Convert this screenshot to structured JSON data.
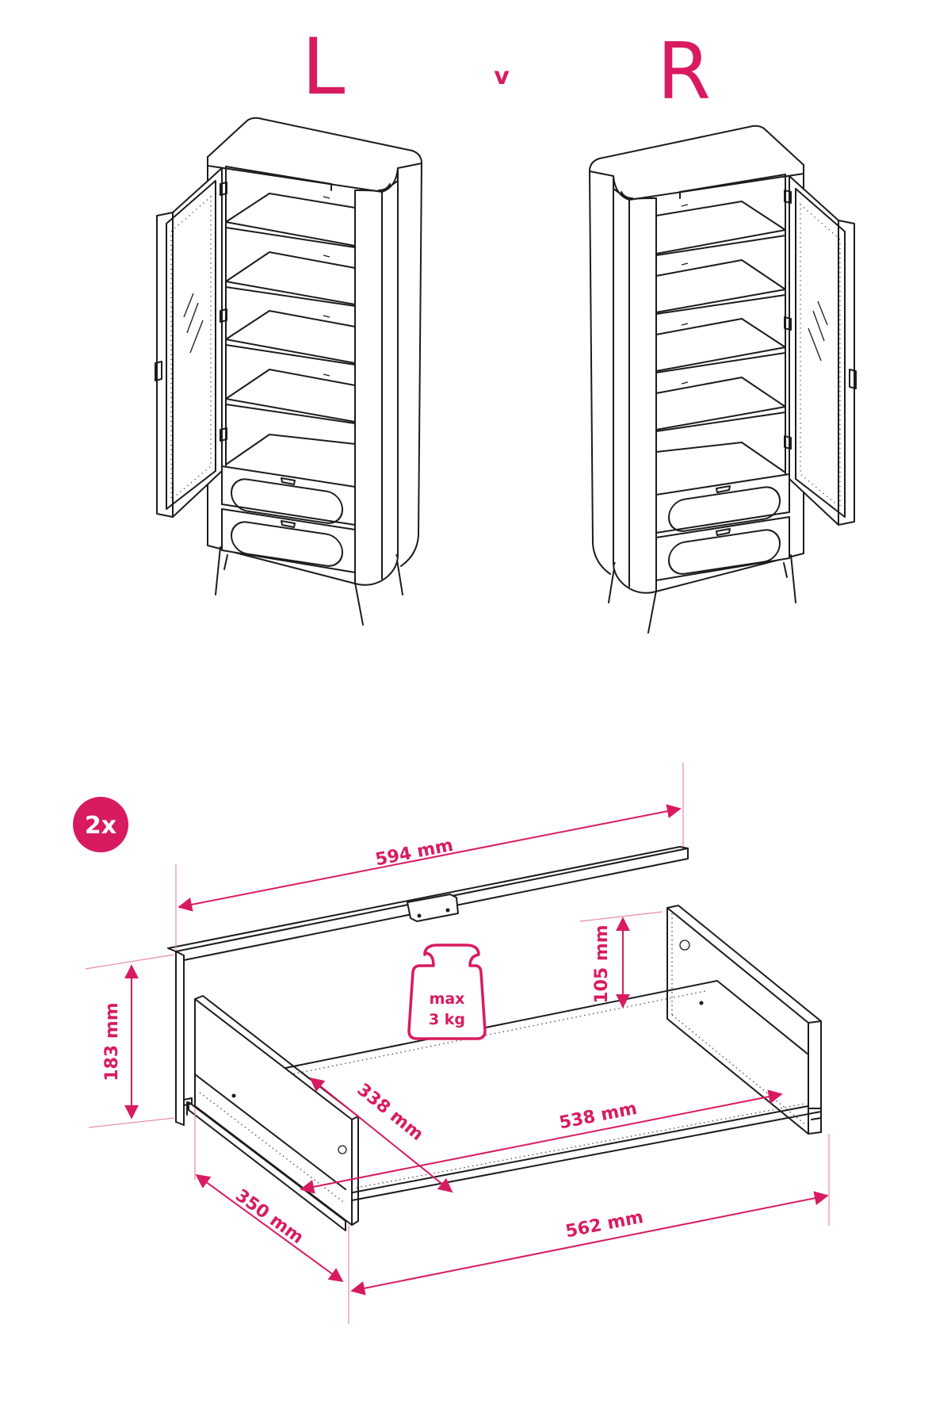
{
  "header": {
    "left_label": "L",
    "separator": "v",
    "right_label": "R"
  },
  "badge": {
    "text": "2x"
  },
  "weight_icon": {
    "line1": "max",
    "line2": "3 kg"
  },
  "dimensions": {
    "width_outer": "594 mm",
    "height_front": "183 mm",
    "height_side": "105 mm",
    "depth_inner": "338 mm",
    "width_inner": "538 mm",
    "depth_outer": "350 mm",
    "width_base": "562 mm"
  },
  "colors": {
    "accent": "#d81b60",
    "line": "#1c1c1c"
  }
}
